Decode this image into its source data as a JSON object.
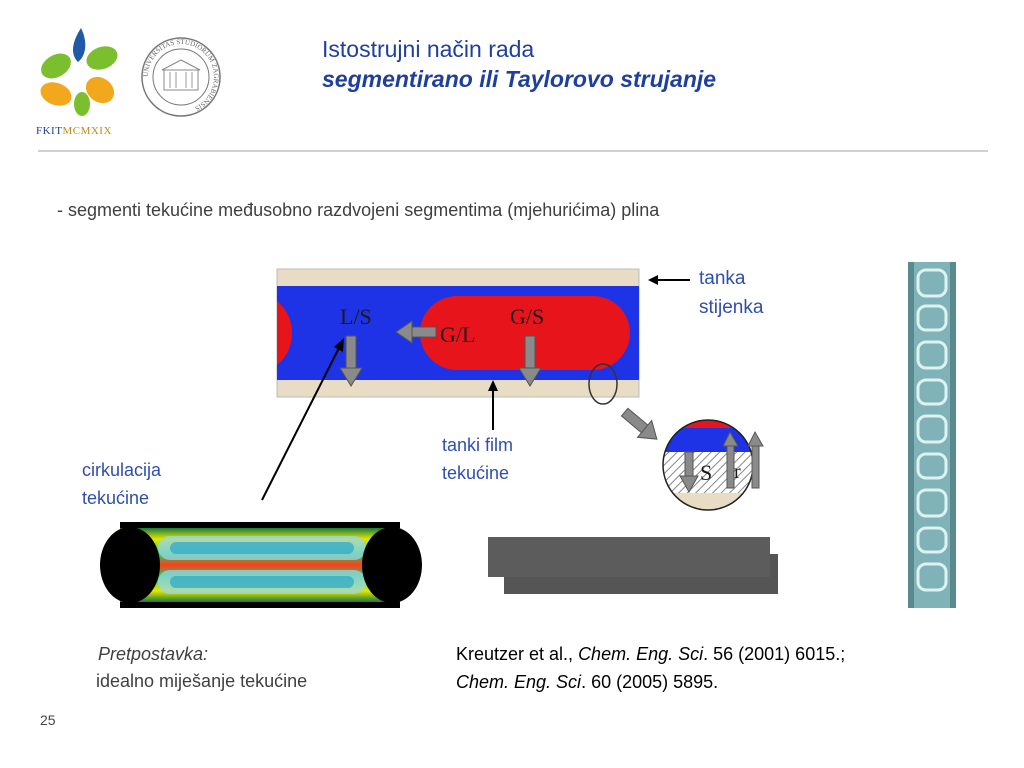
{
  "logo": {
    "org_prefix": "FKIT",
    "org_suffix": "MCMXIX"
  },
  "seal": {
    "inscription": "UNIVERSITAS STUDIORUM ZAGRABIENSIS"
  },
  "header": {
    "title": "Istostrujni način rada",
    "subtitle": "segmentirano ili Taylorovo strujanje"
  },
  "bullet": "- segmenti tekućine međusobno razdvojeni segmentima (mjehurićima) plina",
  "diagram": {
    "label_ls": "L/S",
    "label_gs": "G/S",
    "label_gl": "G/L",
    "label_s": "S",
    "label_r": "r",
    "wall_l1": "tanka",
    "wall_l2": "stijenka",
    "film_l1": "tanki film",
    "film_l2": "tekućine",
    "circ_l1": "cirkulacija",
    "circ_l2": "tekućine"
  },
  "note": {
    "heading": "Pretpostavka:",
    "text": "idealno miješanje tekućine"
  },
  "citation": {
    "a1": "Kreutzer et al., ",
    "j1": "Chem. Eng. Sci",
    "a2": ". 56 (2001) 6015.;",
    "j2": "Chem. Eng. Sci",
    "a3": ". 60 (2005) 5895."
  },
  "page_number": "25",
  "colors": {
    "title": "#1f3f9c",
    "gas": "#e8141b",
    "liquid": "#1f33e6",
    "wall": "#e9dcc4",
    "logo_blue": "#1f5aa6",
    "logo_green": "#7bbf2e",
    "logo_orange": "#f2a81d"
  }
}
